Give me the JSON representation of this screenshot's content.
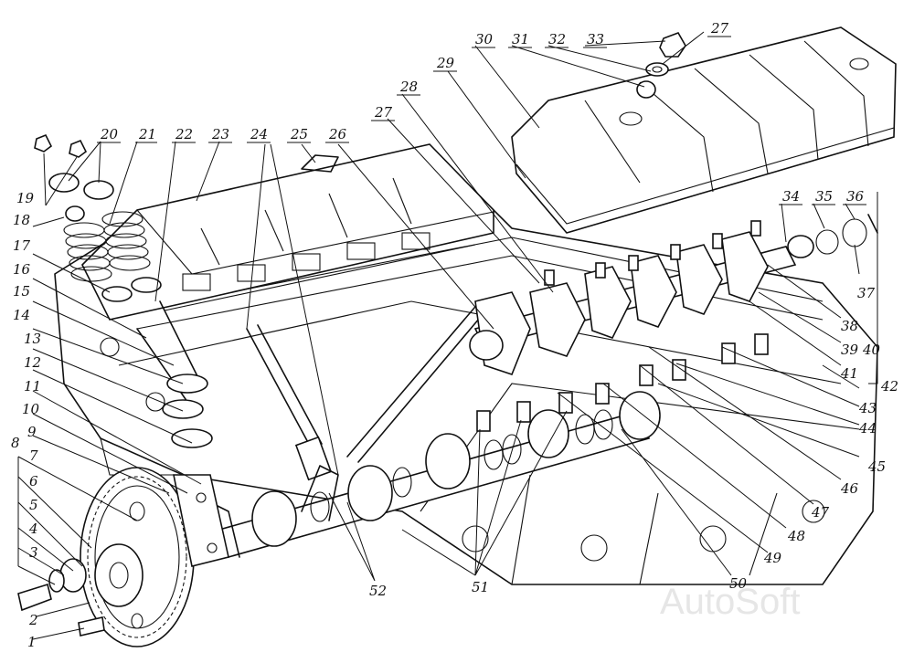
{
  "watermark": "AutoSoft",
  "callouts": [
    {
      "t": "1"
    },
    {
      "t": "2"
    },
    {
      "t": "3"
    },
    {
      "t": "4"
    },
    {
      "t": "5"
    },
    {
      "t": "6"
    },
    {
      "t": "7"
    },
    {
      "t": "8"
    },
    {
      "t": "9"
    },
    {
      "t": "10"
    },
    {
      "t": "11"
    },
    {
      "t": "12"
    },
    {
      "t": "13"
    },
    {
      "t": "14"
    },
    {
      "t": "15"
    },
    {
      "t": "16"
    },
    {
      "t": "17"
    },
    {
      "t": "18"
    },
    {
      "t": "19"
    },
    {
      "t": "20"
    },
    {
      "t": "21"
    },
    {
      "t": "22"
    },
    {
      "t": "23"
    },
    {
      "t": "24"
    },
    {
      "t": "25"
    },
    {
      "t": "26"
    },
    {
      "t": "27"
    },
    {
      "t": "28"
    },
    {
      "t": "29"
    },
    {
      "t": "30"
    },
    {
      "t": "31"
    },
    {
      "t": "32"
    },
    {
      "t": "33"
    },
    {
      "t": "27"
    },
    {
      "t": "34"
    },
    {
      "t": "35"
    },
    {
      "t": "36"
    },
    {
      "t": "37"
    },
    {
      "t": "38"
    },
    {
      "t": "39"
    },
    {
      "t": "40"
    },
    {
      "t": "41"
    },
    {
      "t": "42"
    },
    {
      "t": "43"
    },
    {
      "t": "44"
    },
    {
      "t": "45"
    },
    {
      "t": "46"
    },
    {
      "t": "47"
    },
    {
      "t": "48"
    },
    {
      "t": "49"
    },
    {
      "t": "50"
    },
    {
      "t": "51"
    },
    {
      "t": "52"
    }
  ]
}
